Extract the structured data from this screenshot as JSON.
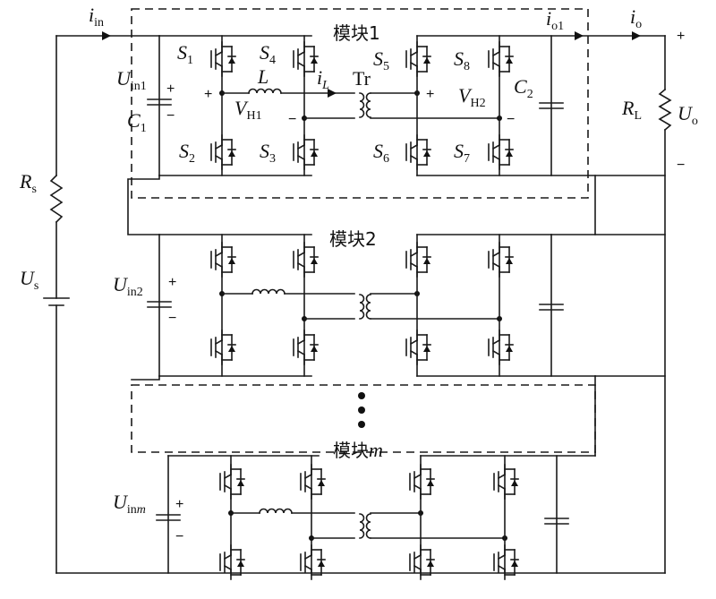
{
  "labels": {
    "i_in": {
      "main": "i",
      "sub": "in"
    },
    "i_o1": {
      "main": "i",
      "sub": "o1"
    },
    "i_o": {
      "main": "i",
      "sub": "o"
    },
    "i_L": {
      "main": "i",
      "sub": "L"
    },
    "L": "L",
    "Tr": "Tr",
    "R_s": {
      "main": "R",
      "sub": "s"
    },
    "U_s": {
      "main": "U",
      "sub": "s"
    },
    "R_L": {
      "main": "R",
      "sub": "L"
    },
    "U_o": {
      "main": "U",
      "sub": "o"
    },
    "C1": {
      "main": "C",
      "sub": "1"
    },
    "C2": {
      "main": "C",
      "sub": "2"
    },
    "U_in1": {
      "main": "U",
      "sub": "in1"
    },
    "U_in2": {
      "main": "U",
      "sub": "in2"
    },
    "U_inm": {
      "main": "U",
      "sub": "in",
      "subi": "m"
    },
    "V_H1": {
      "main": "V",
      "sub": "H1"
    },
    "V_H2": {
      "main": "V",
      "sub": "H2"
    },
    "S1": {
      "main": "S",
      "sub": "1"
    },
    "S2": {
      "main": "S",
      "sub": "2"
    },
    "S3": {
      "main": "S",
      "sub": "3"
    },
    "S4": {
      "main": "S",
      "sub": "4"
    },
    "S5": {
      "main": "S",
      "sub": "5"
    },
    "S6": {
      "main": "S",
      "sub": "6"
    },
    "S7": {
      "main": "S",
      "sub": "7"
    },
    "S8": {
      "main": "S",
      "sub": "8"
    },
    "plus": "+",
    "minus": "−"
  },
  "modules": {
    "m1": {
      "prefix": "模块",
      "index": "1"
    },
    "m2": {
      "prefix": "模块",
      "index": "2"
    },
    "mm": {
      "prefix": "模块",
      "index": "m"
    }
  }
}
